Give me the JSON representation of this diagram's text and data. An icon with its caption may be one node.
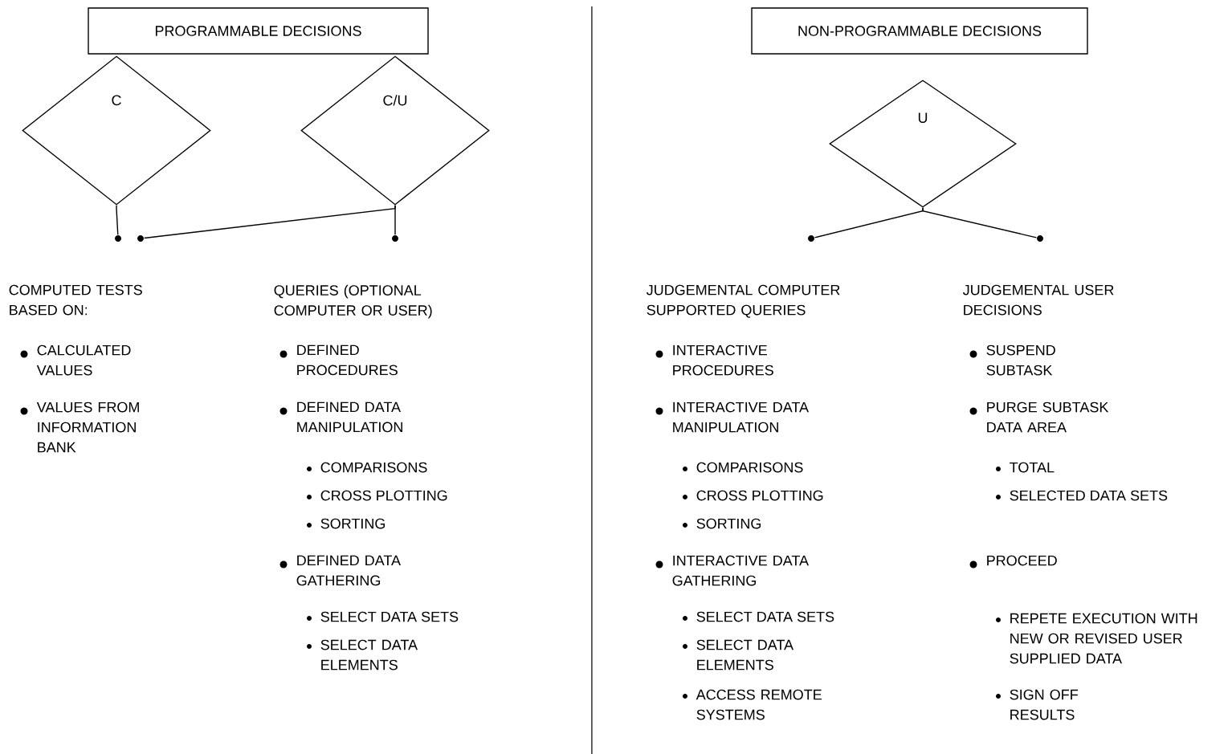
{
  "diagram": {
    "nodes": [
      {
        "text": [
          "PROGRAMMABLE DECISIONS"
        ]
      },
      {
        "text": [
          "NON-PROGRAMMABLE DECISIONS"
        ]
      },
      {
        "text": [
          "C"
        ]
      },
      {
        "text": [
          "C/U"
        ]
      },
      {
        "text": [
          "U"
        ]
      },
      {
        "text": [],
        "shape": "circle"
      },
      {
        "text": [],
        "shape": "circle"
      },
      {
        "text": [],
        "shape": "circle"
      },
      {
        "text": [],
        "shape": "circle"
      },
      {
        "text": [],
        "shape": "circle"
      }
    ],
    "edges": [
      {
        "from": 2,
        "to": 5,
        "arrow": "none"
      },
      {
        "from": 3,
        "to": 6,
        "arrow": "none"
      },
      {
        "from": 3,
        "to": 7,
        "arrow": "none"
      },
      {
        "from": 4,
        "to": 8,
        "arrow": "none"
      },
      {
        "from": 4,
        "to": 9,
        "arrow": "none"
      }
    ],
    "labels": [
      "COMPUTED TESTS BASED ON:",
      "CALCULATED VALUES",
      "VALUES FROM INFORMATION BANK",
      "QUERIES (OPTIONAL COMPUTER OR USER)",
      "DEFINED PROCEDURES",
      "DEFINED DATA MANIPULATION",
      "COMPARISONS",
      "CROSS PLOTTING",
      "SORTING",
      "DEFINED DATA GATHERING",
      "SELECT DATA SETS",
      "SELECT DATA ELEMENTS",
      "JUDGEMENTAL COMPUTER SUPPORTED QUERIES",
      "INTERACTIVE PROCEDURES",
      "INTERACTIVE DATA MANIPULATION",
      "COMPARISONS",
      "CROSS PLOTTING",
      "SORTING",
      "INTERACTIVE DATA GATHERING",
      "SELECT DATA SETS",
      "SELECT DATA ELEMENTS",
      "ACCESS REMOTE SYSTEMS",
      "JUDGEMENTAL USER DECISIONS",
      "SUSPEND SUBTASK",
      "PURGE SUBTASK DATA AREA",
      "TOTAL",
      "SELECTED DATA SETS",
      "PROCEED",
      "REPETE EXECUTION WITH NEW OR REVISED USER SUPPLIED DATA",
      "SIGN OFF RESULTS"
    ]
  }
}
